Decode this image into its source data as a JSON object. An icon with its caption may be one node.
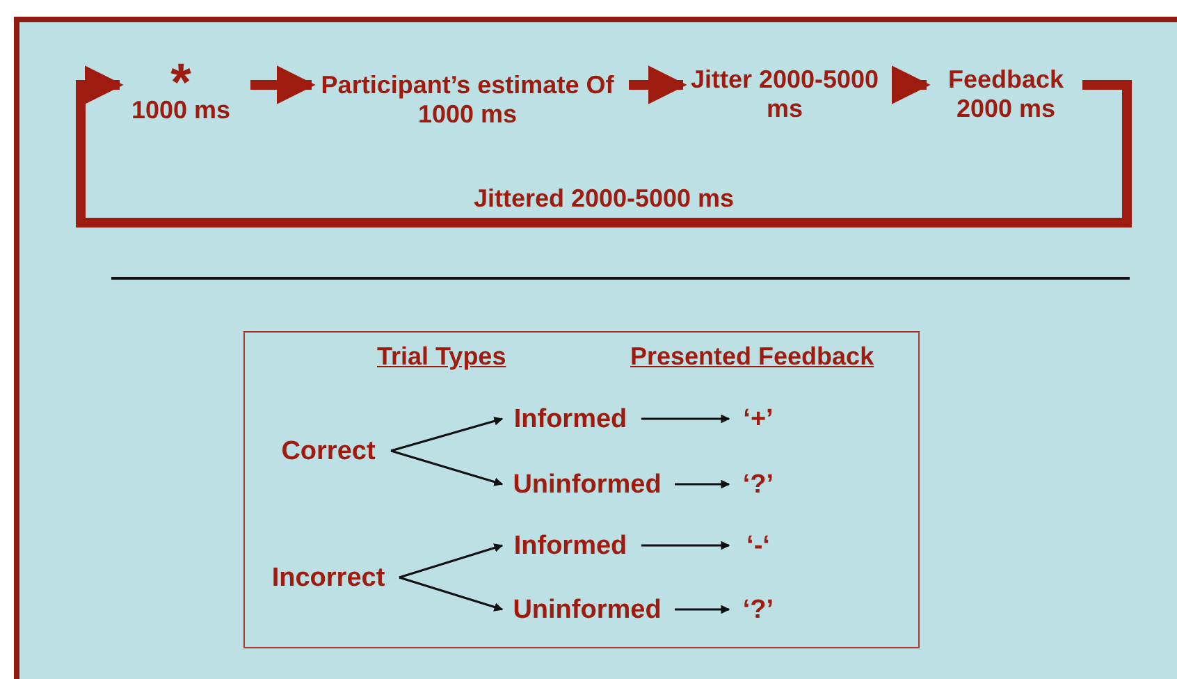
{
  "diagram": {
    "nodes": [
      {
        "text": [
          "*",
          "1000 ms"
        ]
      },
      {
        "text": [
          "Participant’s estimate Of 1000 ms"
        ]
      },
      {
        "text": [
          "Jitter 2000-5000 ms"
        ]
      },
      {
        "text": [
          "Feedback 2000 ms"
        ]
      },
      {
        "text": [
          "Trial Types",
          "Presented Feedback"
        ]
      },
      {
        "text": [
          "Correct"
        ],
        "in": 4
      },
      {
        "text": [
          "Informed"
        ],
        "in": 4
      },
      {
        "text": [
          "‘+’"
        ],
        "in": 4
      },
      {
        "text": [
          "Uninformed"
        ],
        "in": 4
      },
      {
        "text": [
          "‘?’"
        ],
        "in": 4
      },
      {
        "text": [
          "Incorrect"
        ],
        "in": 4
      },
      {
        "text": [
          "Informed"
        ],
        "in": 4
      },
      {
        "text": [
          "‘-‘"
        ],
        "in": 4
      },
      {
        "text": [
          "Uninformed"
        ],
        "in": 4
      },
      {
        "text": [
          "‘?’"
        ],
        "in": 4
      }
    ],
    "edges": [
      {
        "from": 0,
        "to": 1,
        "arrow": "to",
        "style": "thick",
        "color": "#9e1b0f"
      },
      {
        "from": 1,
        "to": 2,
        "arrow": "to",
        "style": "thick",
        "color": "#9e1b0f"
      },
      {
        "from": 2,
        "to": 3,
        "arrow": "to",
        "style": "thick",
        "color": "#9e1b0f"
      },
      {
        "from": 3,
        "to": 0,
        "arrow": "to",
        "label": "Jittered 2000-5000 ms",
        "style": "thick",
        "color": "#9e1b0f"
      },
      {
        "from": 5,
        "to": 6,
        "arrow": "to"
      },
      {
        "from": 5,
        "to": 8,
        "arrow": "to"
      },
      {
        "from": 6,
        "to": 7,
        "arrow": "to"
      },
      {
        "from": 8,
        "to": 9,
        "arrow": "to"
      },
      {
        "from": 10,
        "to": 11,
        "arrow": "to"
      },
      {
        "from": 10,
        "to": 13,
        "arrow": "to"
      },
      {
        "from": 11,
        "to": 12,
        "arrow": "to"
      },
      {
        "from": 13,
        "to": 14,
        "arrow": "to"
      }
    ]
  }
}
